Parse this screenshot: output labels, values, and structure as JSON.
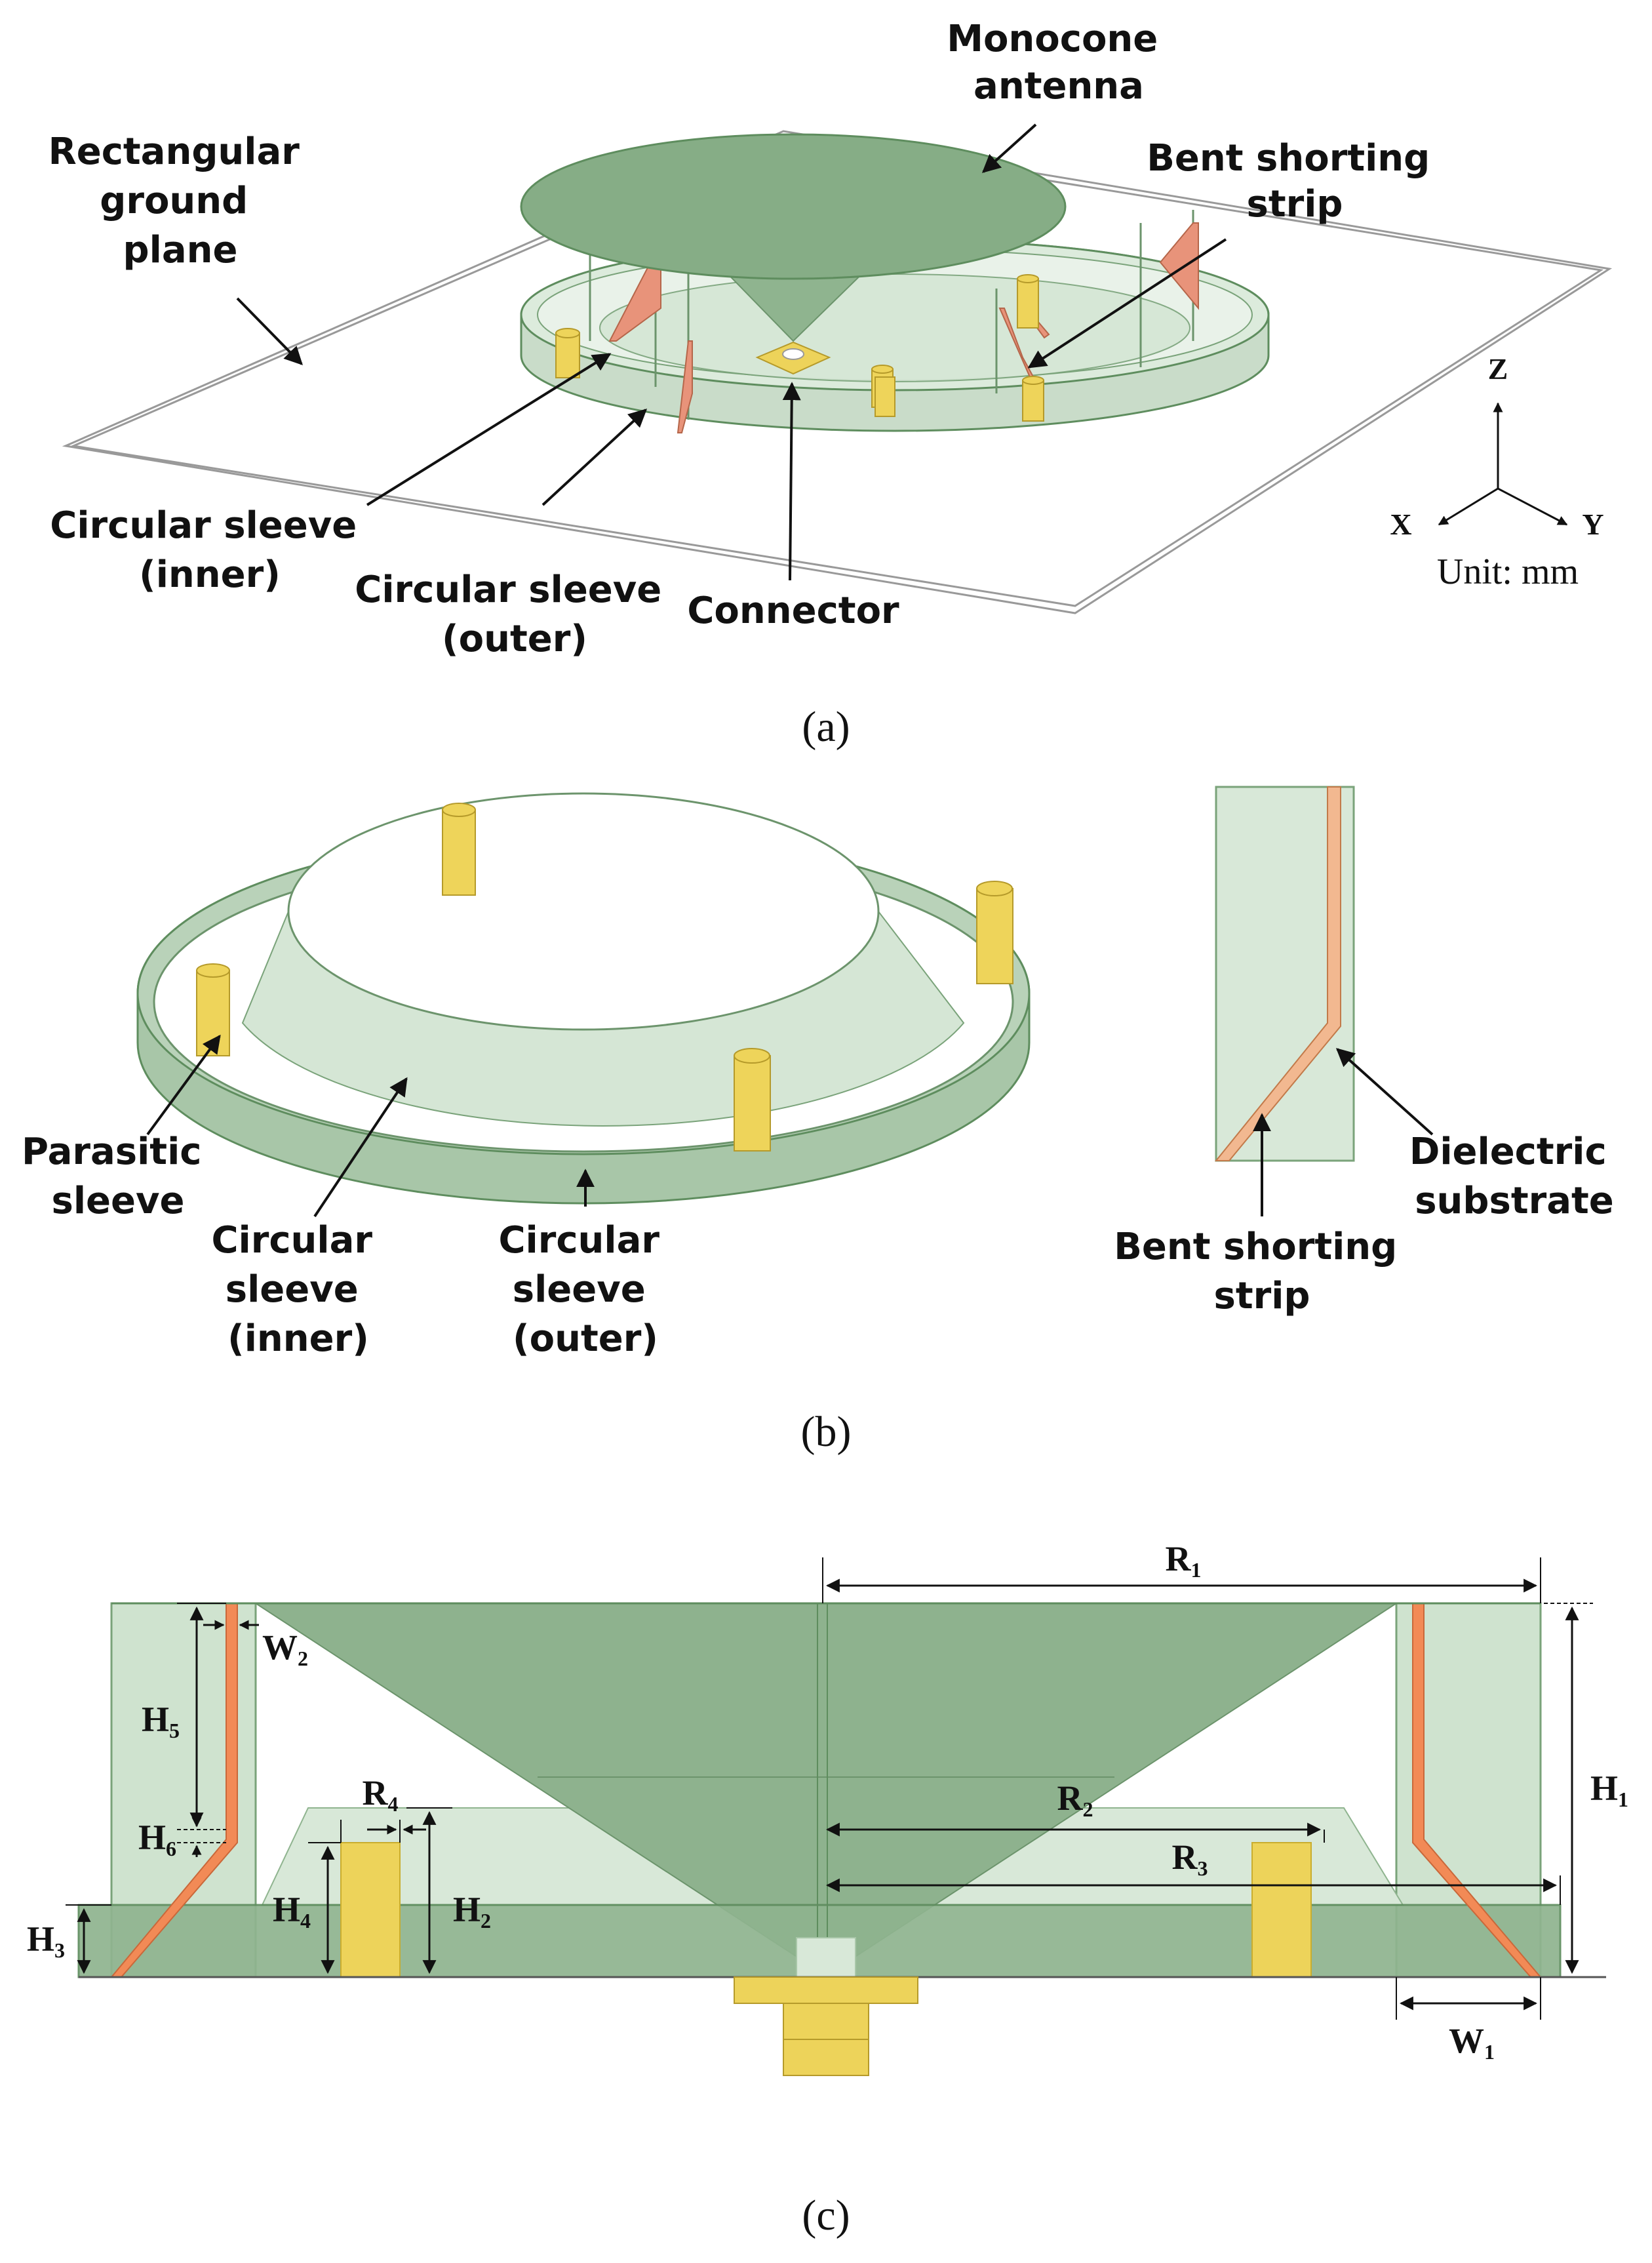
{
  "panel_a": {
    "caption": "(a)",
    "labels": {
      "monocone_line1": "Monocone",
      "monocone_line2": "antenna",
      "ground_line1": "Rectangular",
      "ground_line2": "ground",
      "ground_line3": "plane",
      "bent_line1": "Bent shorting",
      "bent_line2": "strip",
      "inner_line1": "Circular sleeve",
      "inner_line2": "(inner)",
      "outer_line1": "Circular sleeve",
      "outer_line2": "(outer)",
      "connector": "Connector"
    },
    "axes": {
      "z": "Z",
      "x": "X",
      "y": "Y",
      "unit": "Unit: mm"
    }
  },
  "panel_b": {
    "caption": "(b)",
    "labels": {
      "parasitic_line1": "Parasitic",
      "parasitic_line2": "sleeve",
      "inner_line1": "Circular",
      "inner_line2": "sleeve",
      "inner_line3": "(inner)",
      "outer_line1": "Circular",
      "outer_line2": "sleeve",
      "outer_line3": "(outer)",
      "dielectric_line1": "Dielectric",
      "dielectric_line2": "substrate",
      "bent_line1": "Bent shorting",
      "bent_line2": "strip"
    }
  },
  "panel_c": {
    "caption": "(c)",
    "dims": {
      "R1": {
        "main": "R",
        "sub": "1"
      },
      "R2": {
        "main": "R",
        "sub": "2"
      },
      "R3": {
        "main": "R",
        "sub": "3"
      },
      "R4": {
        "main": "R",
        "sub": "4"
      },
      "H1": {
        "main": "H",
        "sub": "1"
      },
      "H2": {
        "main": "H",
        "sub": "2"
      },
      "H3": {
        "main": "H",
        "sub": "3"
      },
      "H4": {
        "main": "H",
        "sub": "4"
      },
      "H5": {
        "main": "H",
        "sub": "5"
      },
      "H6": {
        "main": "H",
        "sub": "6"
      },
      "W1": {
        "main": "W",
        "sub": "1"
      },
      "W2": {
        "main": "W",
        "sub": "2"
      }
    }
  },
  "colors": {
    "antenna_green": "#86ad86",
    "sleeve_green": "#8fb48f",
    "light_green": "#cfe3cf",
    "strip_orange": "#f08a5a",
    "strip_light": "#f2b890",
    "brass_yellow": "#ecd35a",
    "outline": "#4f7f4f"
  }
}
